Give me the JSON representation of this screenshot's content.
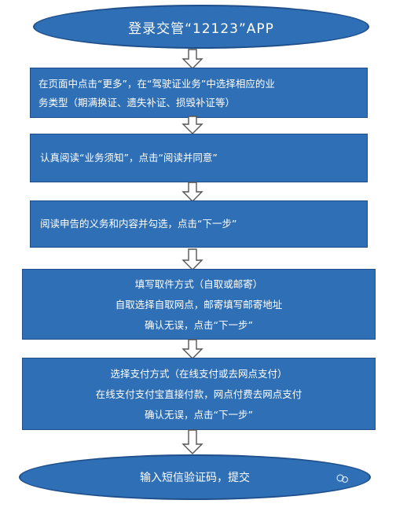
{
  "flow": {
    "start": "登录交管“12123”APP",
    "step1": [
      "在页面中点击“更多”，在“驾驶证业务”中选择相应的业",
      "务类型（期满换证、遗失补证、损毁补证等）"
    ],
    "step2": "认真阅读“业务须知”，点击“阅读并同意”",
    "step3": "阅读申告的义务和内容并勾选，点击“下一步”",
    "step4": [
      "填写取件方式（自取或邮寄）",
      "自取选择自取网点，邮寄填写邮寄地址",
      "确认无误，点击“下一步”"
    ],
    "step5": [
      "选择支付方式（在线支付或去网点支付）",
      "在线支付支付宝直接付款，网点付费去网点支付",
      "确认无误，点击“下一步”"
    ],
    "end": "输入短信验证码，提交"
  },
  "colors": {
    "node_fill": "#2f6fb6",
    "node_border": "#1f4f8a",
    "arrow_stroke": "#555555"
  }
}
